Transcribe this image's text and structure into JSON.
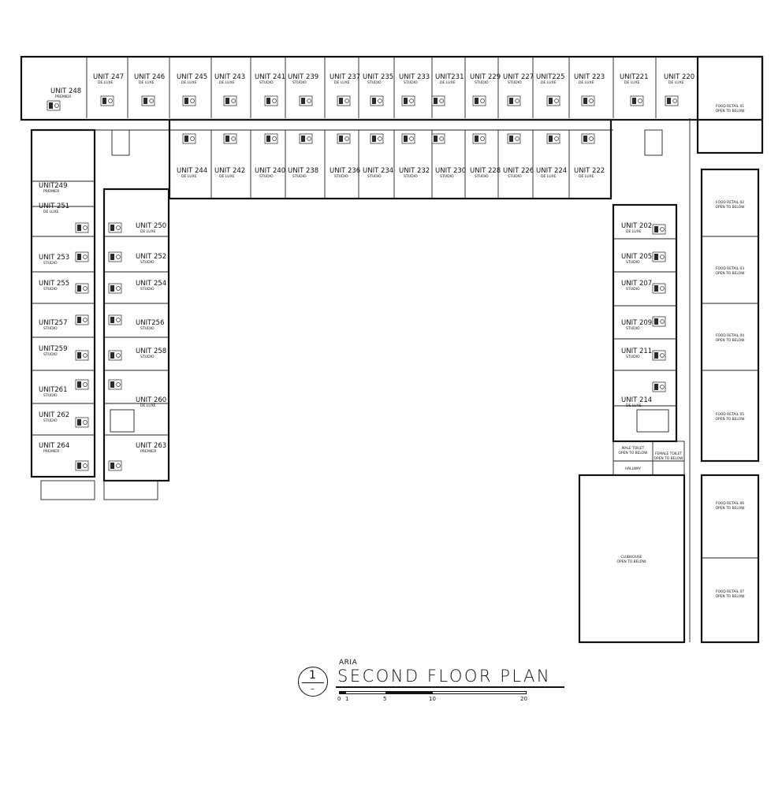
{
  "drawing": {
    "project": "ARIA",
    "title": "SECOND FLOOR PLAN",
    "drawing_number": "1",
    "scale_ticks": [
      "0",
      "1",
      "5",
      "10",
      "20"
    ]
  },
  "units": {
    "u248": {
      "name": "UNIT 248",
      "type": "PREMIER"
    },
    "u247": {
      "name": "UNIT 247",
      "type": "DE LUXE"
    },
    "u246": {
      "name": "UNIT 246",
      "type": "DE LUXE"
    },
    "u245": {
      "name": "UNIT 245",
      "type": "DE LUXE"
    },
    "u243": {
      "name": "UNIT 243",
      "type": "DE LUXE"
    },
    "u241": {
      "name": "UNIT 241",
      "type": "STUDIO"
    },
    "u239": {
      "name": "UNIT 239",
      "type": "STUDIO"
    },
    "u237": {
      "name": "UNIT 237",
      "type": "DE LUXE"
    },
    "u235": {
      "name": "UNIT 235",
      "type": "STUDIO"
    },
    "u233": {
      "name": "UNIT 233",
      "type": "STUDIO"
    },
    "u231": {
      "name": "UNIT231",
      "type": "DE LUXE"
    },
    "u229": {
      "name": "UNIT 229",
      "type": "STUDIO"
    },
    "u227": {
      "name": "UNIT 227",
      "type": "STUDIO"
    },
    "u225": {
      "name": "UNIT225",
      "type": "DE LUXE"
    },
    "u223": {
      "name": "UNIT 223",
      "type": "DE LUXE"
    },
    "u221": {
      "name": "UNIT221",
      "type": "DE LUXE"
    },
    "u220": {
      "name": "UNIT 220",
      "type": "DE LUXE"
    },
    "u244": {
      "name": "UNIT 244",
      "type": "DE LUXE"
    },
    "u242": {
      "name": "UNIT 242",
      "type": "DE LUXE"
    },
    "u240": {
      "name": "UNIT 240",
      "type": "STUDIO"
    },
    "u238": {
      "name": "UNIT 238",
      "type": "STUDIO"
    },
    "u236": {
      "name": "UNIT 236",
      "type": "STUDIO"
    },
    "u234": {
      "name": "UNIT 234",
      "type": "STUDIO"
    },
    "u232": {
      "name": "UNIT 232",
      "type": "STUDIO"
    },
    "u230": {
      "name": "UNIT 230",
      "type": "STUDIO"
    },
    "u228": {
      "name": "UNIT 228",
      "type": "STUDIO"
    },
    "u226": {
      "name": "UNIT 226",
      "type": "STUDIO"
    },
    "u224": {
      "name": "UNIT 224",
      "type": "DE LUXE"
    },
    "u222": {
      "name": "UNIT 222",
      "type": "DE LUXE"
    },
    "u249": {
      "name": "UNIT249",
      "type": "PREMIER"
    },
    "u251": {
      "name": "UNIT 251",
      "type": "DE LUXE"
    },
    "u250": {
      "name": "UNIT 250",
      "type": "DE LUXE"
    },
    "u253": {
      "name": "UNIT 253",
      "type": "STUDIO"
    },
    "u252": {
      "name": "UNIT 252",
      "type": "STUDIO"
    },
    "u255": {
      "name": "UNIT 255",
      "type": "STUDIO"
    },
    "u254": {
      "name": "UNIT 254",
      "type": "STUDIO"
    },
    "u257": {
      "name": "UNIT257",
      "type": "STUDIO"
    },
    "u256": {
      "name": "UNIT256",
      "type": "STUDIO"
    },
    "u259": {
      "name": "UNIT259",
      "type": "STUDIO"
    },
    "u258": {
      "name": "UNIT 258",
      "type": "STUDIO"
    },
    "u261": {
      "name": "UNIT261",
      "type": "STUDIO"
    },
    "u260": {
      "name": "UNIT 260",
      "type": "DE LUXE"
    },
    "u262": {
      "name": "UNIT 262",
      "type": "STUDIO"
    },
    "u264": {
      "name": "UNIT 264",
      "type": "PREMIER"
    },
    "u263": {
      "name": "UNIT 263",
      "type": "PREMIER"
    },
    "u202": {
      "name": "UNIT 202",
      "type": "DE LUXE"
    },
    "u205": {
      "name": "UNIT 205",
      "type": "STUDIO"
    },
    "u207": {
      "name": "UNIT 207",
      "type": "STUDIO"
    },
    "u209": {
      "name": "UNIT 209",
      "type": "STUDIO"
    },
    "u211": {
      "name": "UNIT 211",
      "type": "STUDIO"
    },
    "u214": {
      "name": "UNIT 214",
      "type": "DE LUXE"
    }
  },
  "retail": {
    "r01": {
      "name": "FOOD RETAIL 01",
      "note": "OPEN TO BELOW"
    },
    "r02": {
      "name": "FOOD RETAIL 02",
      "note": "OPEN TO BELOW"
    },
    "r03": {
      "name": "FOOD RETAIL 03",
      "note": "OPEN TO BELOW"
    },
    "r04": {
      "name": "FOOD RETAIL 04",
      "note": "OPEN TO BELOW"
    },
    "r05": {
      "name": "FOOD RETAIL 05",
      "note": "OPEN TO BELOW"
    },
    "r06": {
      "name": "FOOD RETAIL 06",
      "note": "OPEN TO BELOW"
    },
    "r07": {
      "name": "FOOD RETAIL 07",
      "note": "OPEN TO BELOW"
    }
  },
  "amenities": {
    "male_toilet": {
      "name": "MALE TOILET",
      "note": "OPEN TO BELOW"
    },
    "female_toilet": {
      "name": "FEMALE TOILET",
      "note": "OPEN TO BELOW"
    },
    "hallway": {
      "name": "HALLWAY"
    },
    "clubhouse": {
      "name": "CLUBHOUSE",
      "note": "OPEN TO BELOW"
    }
  }
}
